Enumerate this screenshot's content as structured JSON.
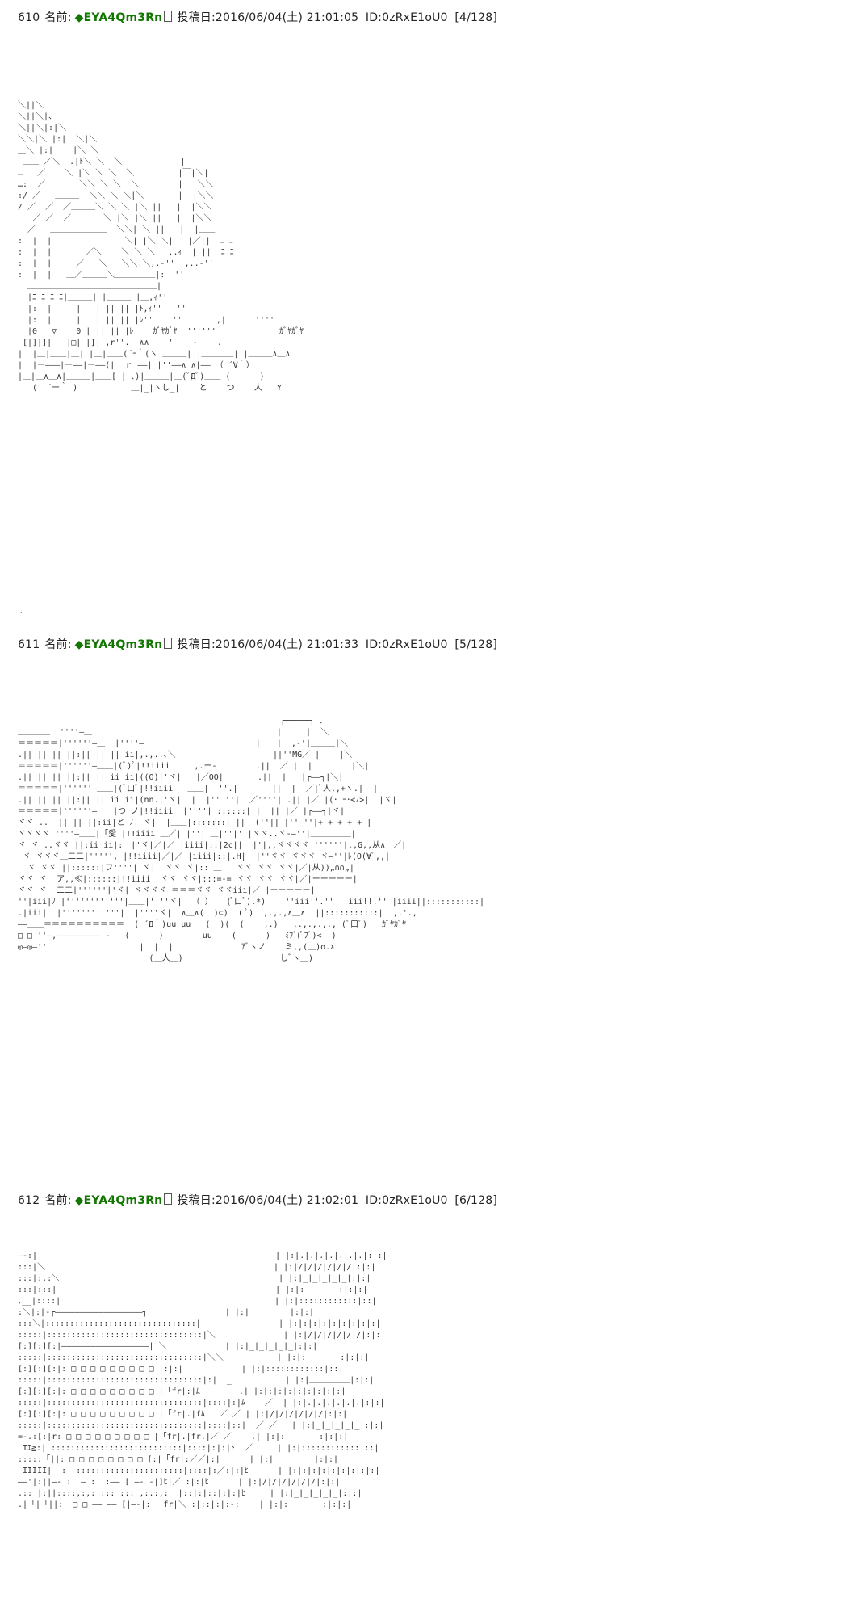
{
  "posts": [
    {
      "number": "610",
      "name_label": "名前:",
      "trip": "◆EYA4Qm3Rn",
      "date_label": "投稿日:",
      "date": "2016/06/04(土) 21:01:05",
      "id": "ID:0zRxE1oU0",
      "count": "[4/128]",
      "art": "＼||＼\n＼||＼|、\n＼||＼|:|＼\n＼＼|＼ |:|  ＼|＼\n＿＼ |:|    |＼ ＼\n ＿＿ ／＼  .|ﾄ＼ ＼  ＼           ||\n…   ／    ＼ |＼ ＼ ＼  ＼         |￣|＼|\n…:  ／       ＼＼ ＼ ＼  ＼        |  |＼＼\n:/ ／   ＿＿＿  ＼＼ ＼ ＼|＼       |  |＼＼\n/ ／  ／  ／＿＿＿＼ ＼ ＼ |＼ ||   |  |＼＼\n   ／ ／  ／＿＿＿＿＼ |＼ |＼ ||   |  |＼＼\n  ／   ＿＿＿＿＿＿＿  ＼＼| ＼ ||   |  |＿＿\n:  |  |               ＼| |＼ ＼|   |／||  ﾆ ﾆ\n:  |  |       ／＼    ＼|＼ ＼ ＿,.ｨ  | ||  ﾆ ﾆ\n:  |  |     ／   ＼   ＼＼|＼,.-''  ,..-''\n:  |  |   ＿／＿＿＿＼＿＿＿＿＿|:  ''\n  ＿＿＿＿＿＿＿＿＿＿＿＿＿＿＿＿|\n  |ﾆ ﾆ ﾆ ﾆ|＿＿＿| |＿＿＿ |＿,ｨ''\n  |:  |     |   | || || |ﾄ,ｨ''   ''\n  |:  |     |   | || || |ﾚ''    ''       ,|      ''''\n  |0   ▽    0 | || || |ﾚ|   ｶﾞﾔｶﾞﾔ  ''''''             ｶﾞﾔｶﾞﾔ\n [|]|]|   |□| |]| ,r''.  ∧∧    '    -    .\n|  |＿|＿＿|＿| |＿|＿＿(´ｰ｀(ヽ ＿＿＿| |＿＿＿＿| |＿＿＿∧＿∧\n|  |ー―――|ー――|ー――(|  ｒ ――| |''――∧ ∧|―― （ ´∀｀）\n|＿|＿∧＿∧|＿＿＿|＿＿[ | 、)|＿＿＿|＿(ﾟДﾟ)＿＿ (      )\n   (  ´ー｀ )           ＿|_|ヽし_|    と    つ    人   Y"
    },
    {
      "number": "611",
      "name_label": "名前:",
      "trip": "◆EYA4Qm3Rn",
      "date_label": "投稿日:",
      "date": "2016/06/04(土) 21:01:33",
      "id": "ID:0zRxE1oU0",
      "count": "[5/128]",
      "art": "                                                      ┌─────┐ 、\n＿＿＿＿  ''''―＿                                      |     |  ＼\n＝＝＝＝＝|''''''―＿  |''''―                       |￣￣|  ,-'|＿＿＿|＼\n.|| || || ||:|| || || ii|,.,..､＼                    ||''MG／ |    |＼\n＝＝＝＝＝|''''''―＿＿|(ﾟ)ﾟ|!!iiii     ,.ー-        .||  ／ |  |        |＼|\n.|| || || ||:|| || ii ii|((O)|'ヾ|   |／OO|       .||  |   |┌――┐|＼|\n＝＝＝＝＝|''''''―＿＿|(ﾟ口ﾟ|!!iiii   ＿＿|  ''.|       ||  |  ／|ﾟ人,,+ヽ.|  |\n.|| || || ||:|| || ii ii|(nn.|'ヾ|  |  |'' ''|  ／''''| .|| |／ |(･ ｰ･<ﾉ>|  |ヾ|\n＝＝＝＝＝|''''''―＿＿|つ ノ|!!iiii  |''''| ::::::| |  || |／ |┌――┐|ヾ|\nヾヾ ..  || || ||:ii|と_ﾉ| ヾ|  |＿＿|:::::::| ||  (''|| |''―''|+ + + + + |\nヾヾヾヾ ''''―＿＿|「愛 |!!iiii ＿／| |''| ＿|''|''|ヾヾ..ヾ-―''|＿＿＿＿＿|\nヾ ヾ ..ヾヾ ||:ii ii|:＿|'ヾ|／|／ |iiii|::|2c||  |'|,,ヾヾヾヾ ''''''|,,G,,从∧＿／|\n ヾ ヾヾヾ＿二二|''''', |!!iiii|／|／ |iiii|::|.H|  |''ヾヾ ヾヾヾ ヾ―''|ﾚ(O(∀ﾟ,,|\n  ヾ ヾヾ ||::::::|フ''''|'ヾ|  ヾヾ ヾ|::|＿|  ヾヾ ヾヾ ヾヾ|／|从))„∩∩„|\nヾヾ ヾ  ア,,≪|::::::|!!iiii  ヾヾ ヾヾ|:::=-= ヾヾ ヾヾ ヾヾ|／|ーーーーー|\nヾヾ ヾ  二二|''''''|'ヾ| ヾヾヾヾ ＝＝＝ヾヾ ヾヾiii|／ |ーーーーー|\n''|iii|ﾉ |''''''''''''|＿＿|''''ヾ|  （ ）   (ﾟ口ﾟ).*)    ''iii''.''  |iii!!.'' |iiii||:::::::::::|\n.|iii|  |''''''''''''|  |''''ヾ|  ∧＿∧(  )⊂)  ( ﾟ)  ,.,.,∧＿∧  ||:::::::::::|  ,.'.,\n――＿＿＝＝＝＝＝＝＝＝＝＝  ( ´Д｀)uu uu   (  )(  (    ,.)   ,.,.,.,., (ﾟ口ﾟ)   ｶﾞﾔｶﾞﾔ\n□ □ ''―,――――――――― -   (      )        uu    (      )   ﾐﾌﾞ(ﾟﾌﾞ)<  )\n◎―◎―''                   |  |  |              ｱﾞヽノ    ミ,,(＿)o.ﾒ\n                           (＿人＿)                    しﾞヽ＿)"
    },
    {
      "number": "612",
      "name_label": "名前:",
      "trip": "◆EYA4Qm3Rn",
      "date_label": "投稿日:",
      "date": "2016/06/04(土) 21:02:01",
      "id": "ID:0zRxE1oU0",
      "count": "[6/128]",
      "art": "―-:|                                                 | |:|.|.|.|.|.|.|.|:|:|\n:::|＼                                               | |:|/|/|/|/|/|/|:|:|\n:::|:.:＼                                             | |:|_|_|_|_|_|:|:|\n:::|:::|                                             | |:|:       :|:|:|\n､__|::::|                                            | |:|::::::::::::|::|\n:＼|:|‐┌――――――――――――――――――┐                | |:|＿＿＿＿＿|:|:|\n:::＼|:::::::::::::::::::::::::::::::|                | |:|:|:|:|:|:|:|:|:|\n:::::|::::::::::::::::::::::::::::::::|＼              | |:|/|/|/|/|/|/|:|:|\n[:][:][:|――――――――――――――――――| ＼            | |:|_|_|_|_|_|:|:|\n:::::|::::::::::::::::::::::::::::::::|＼＼           | |:|:       :|:|:|\n[:][:][:|: □ □ □ □ □ □ □ □ □ |:|:|            | |:|::::::::::::|::|\n:::::|::::::::::::::::::::::::::::::::|:|  _           | |:|＿＿＿＿＿|:|:|\n[:][:][:|: □ □ □ □ □ □ □ □ □ |「fr|:|ﾑ        .| |:|:|:|:|:|:|:|:|:|\n:::::|::::::::::::::::::::::::::::::::|::::|:|ﾑ    ／  | |:|.|.|.|.|.|.|:|:|\n[:][:][:|: □ □ □ □ □ □ □ □ □ |「fr|.|fﾑ   ／ ／ | |:|/|/|/|/|/|/|:|:|\n:::::|::::::::::::::::::::::::::::::::|::::|::|  ／ ／   | |:|_|_|_|_|_|:|:|\n=-.:[:|r: □ □ □ □ □ □ □ □ □ |「fr|.|fr.|／ ／    .| |:|:       :|:|:|\n Iｴ≧:| :::::::::::::::::::::::::::|::::|:|:|ﾄ  ／     | |:|::::::::::::|::|\n:::::「||: □ □ □ □ □ □ □ □ [:|「fr|:／／|:|      | |:|＿＿＿＿＿|:|:|\n IIIII|  :  ::::::::::::::::::::::|::::|:／:|:|ﾋ      | |:|:|:|:|:|:|:|:|:|\n――'|:||―- :  ― :  :―― [|―- -|]ﾋ|／ :|:|ﾋ      | |:|/|/|/|/|/|/|:|:|\n.:: |:||::::,:,: ::: ::: ,:.:,:  |::|:|::|:|:|ﾋ     | |:|_|_|_|_|_|:|:|\n.|「|「||:  □ □ ―― ―― [|―-|:|「fr|＼ :|::|:|:-:    | |:|:       :|:|:|"
    }
  ]
}
